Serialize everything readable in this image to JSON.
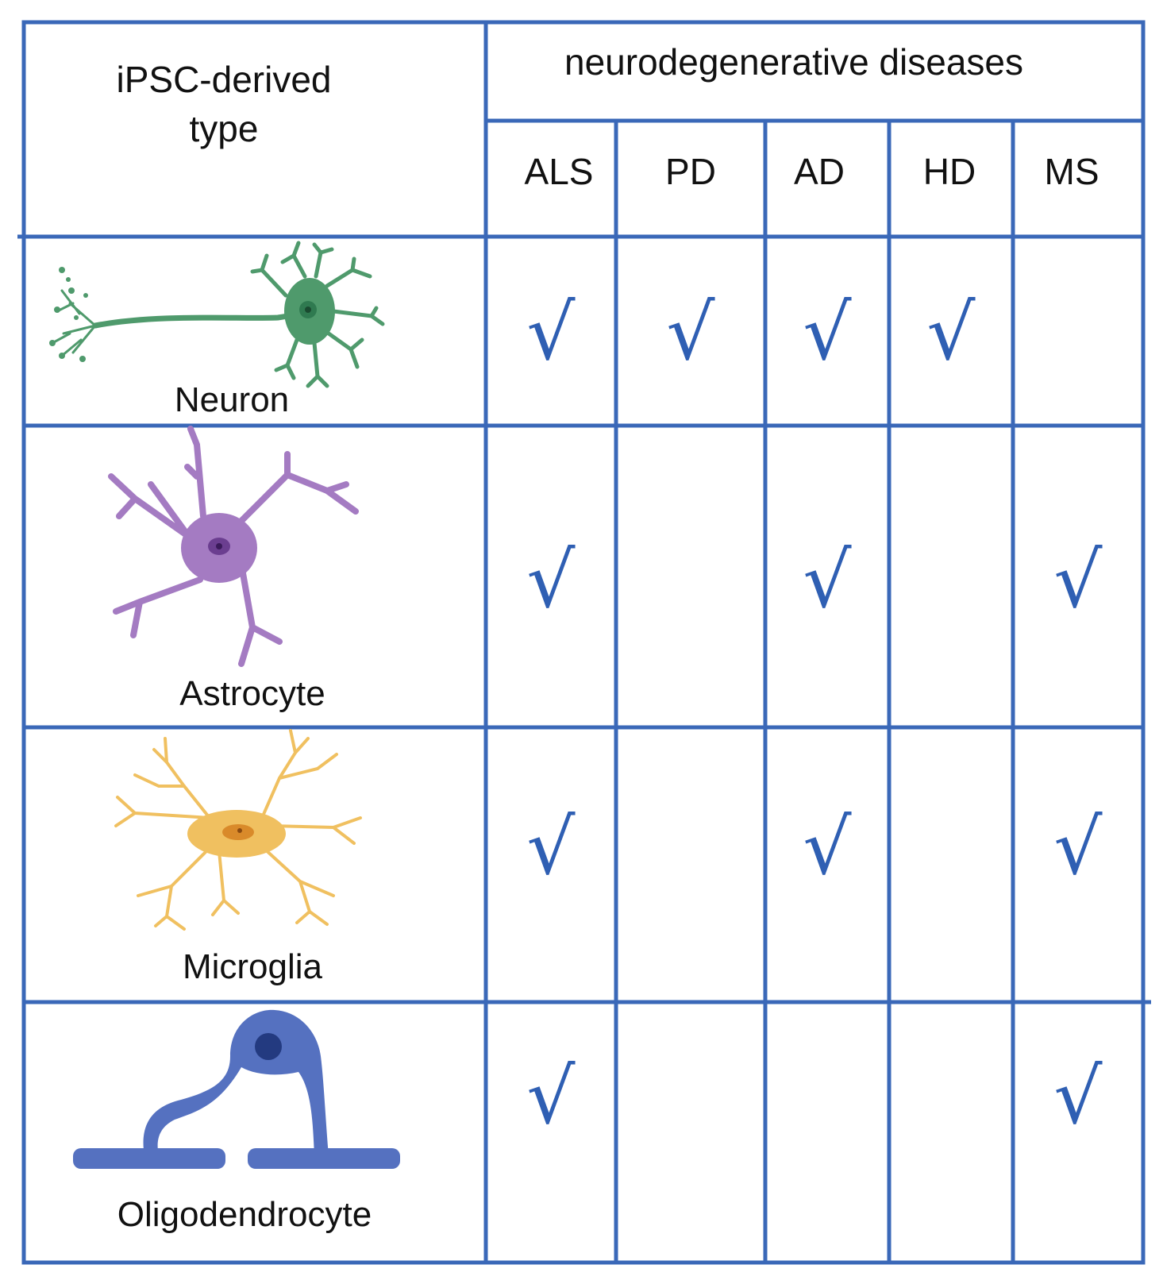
{
  "header": {
    "type_label_line1": "iPSC-derived",
    "type_label_line2": "type",
    "group_label": "neurodegenerative diseases",
    "diseases": [
      "ALS",
      "PD",
      "AD",
      "HD",
      "MS"
    ]
  },
  "rows": [
    {
      "cell_type": "Neuron",
      "icon": "neuron-icon",
      "color": "#4f9a6c",
      "checks": [
        true,
        true,
        true,
        true,
        false
      ]
    },
    {
      "cell_type": "Astrocyte",
      "icon": "astrocyte-icon",
      "color": "#a47bc2",
      "checks": [
        true,
        false,
        true,
        false,
        true
      ]
    },
    {
      "cell_type": "Microglia",
      "icon": "microglia-icon",
      "color": "#f0c060",
      "checks": [
        true,
        false,
        true,
        false,
        true
      ]
    },
    {
      "cell_type": "Oligodendrocyte",
      "icon": "oligodendrocyte-icon",
      "color": "#5571c0",
      "checks": [
        true,
        false,
        false,
        false,
        true
      ]
    }
  ],
  "check_symbol": "√",
  "colors": {
    "grid": "#3a68b8",
    "check": "#2f5fb3",
    "text": "#111111"
  }
}
